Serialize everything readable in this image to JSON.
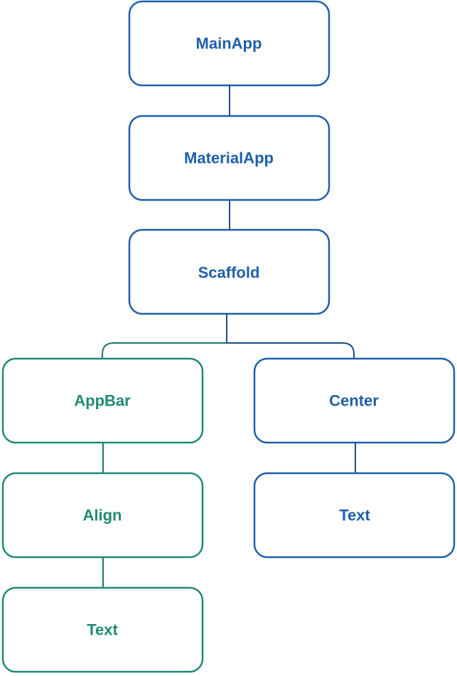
{
  "colors": {
    "blue": "#1f5fa8",
    "teal": "#208a74",
    "blue_edge": "#1d4f86",
    "teal_edge": "#1d7a68"
  },
  "nodes": {
    "main_app": {
      "label": "MainApp",
      "color": "blue"
    },
    "material_app": {
      "label": "MaterialApp",
      "color": "blue"
    },
    "scaffold": {
      "label": "Scaffold",
      "color": "blue"
    },
    "app_bar": {
      "label": "AppBar",
      "color": "teal"
    },
    "center": {
      "label": "Center",
      "color": "blue"
    },
    "align": {
      "label": "Align",
      "color": "teal"
    },
    "center_text": {
      "label": "Text",
      "color": "blue"
    },
    "align_text": {
      "label": "Text",
      "color": "teal"
    }
  },
  "edges": [
    {
      "from": "main_app",
      "to": "material_app"
    },
    {
      "from": "material_app",
      "to": "scaffold"
    },
    {
      "from": "scaffold",
      "to": "app_bar"
    },
    {
      "from": "scaffold",
      "to": "center"
    },
    {
      "from": "app_bar",
      "to": "align"
    },
    {
      "from": "align",
      "to": "align_text"
    },
    {
      "from": "center",
      "to": "center_text"
    }
  ]
}
